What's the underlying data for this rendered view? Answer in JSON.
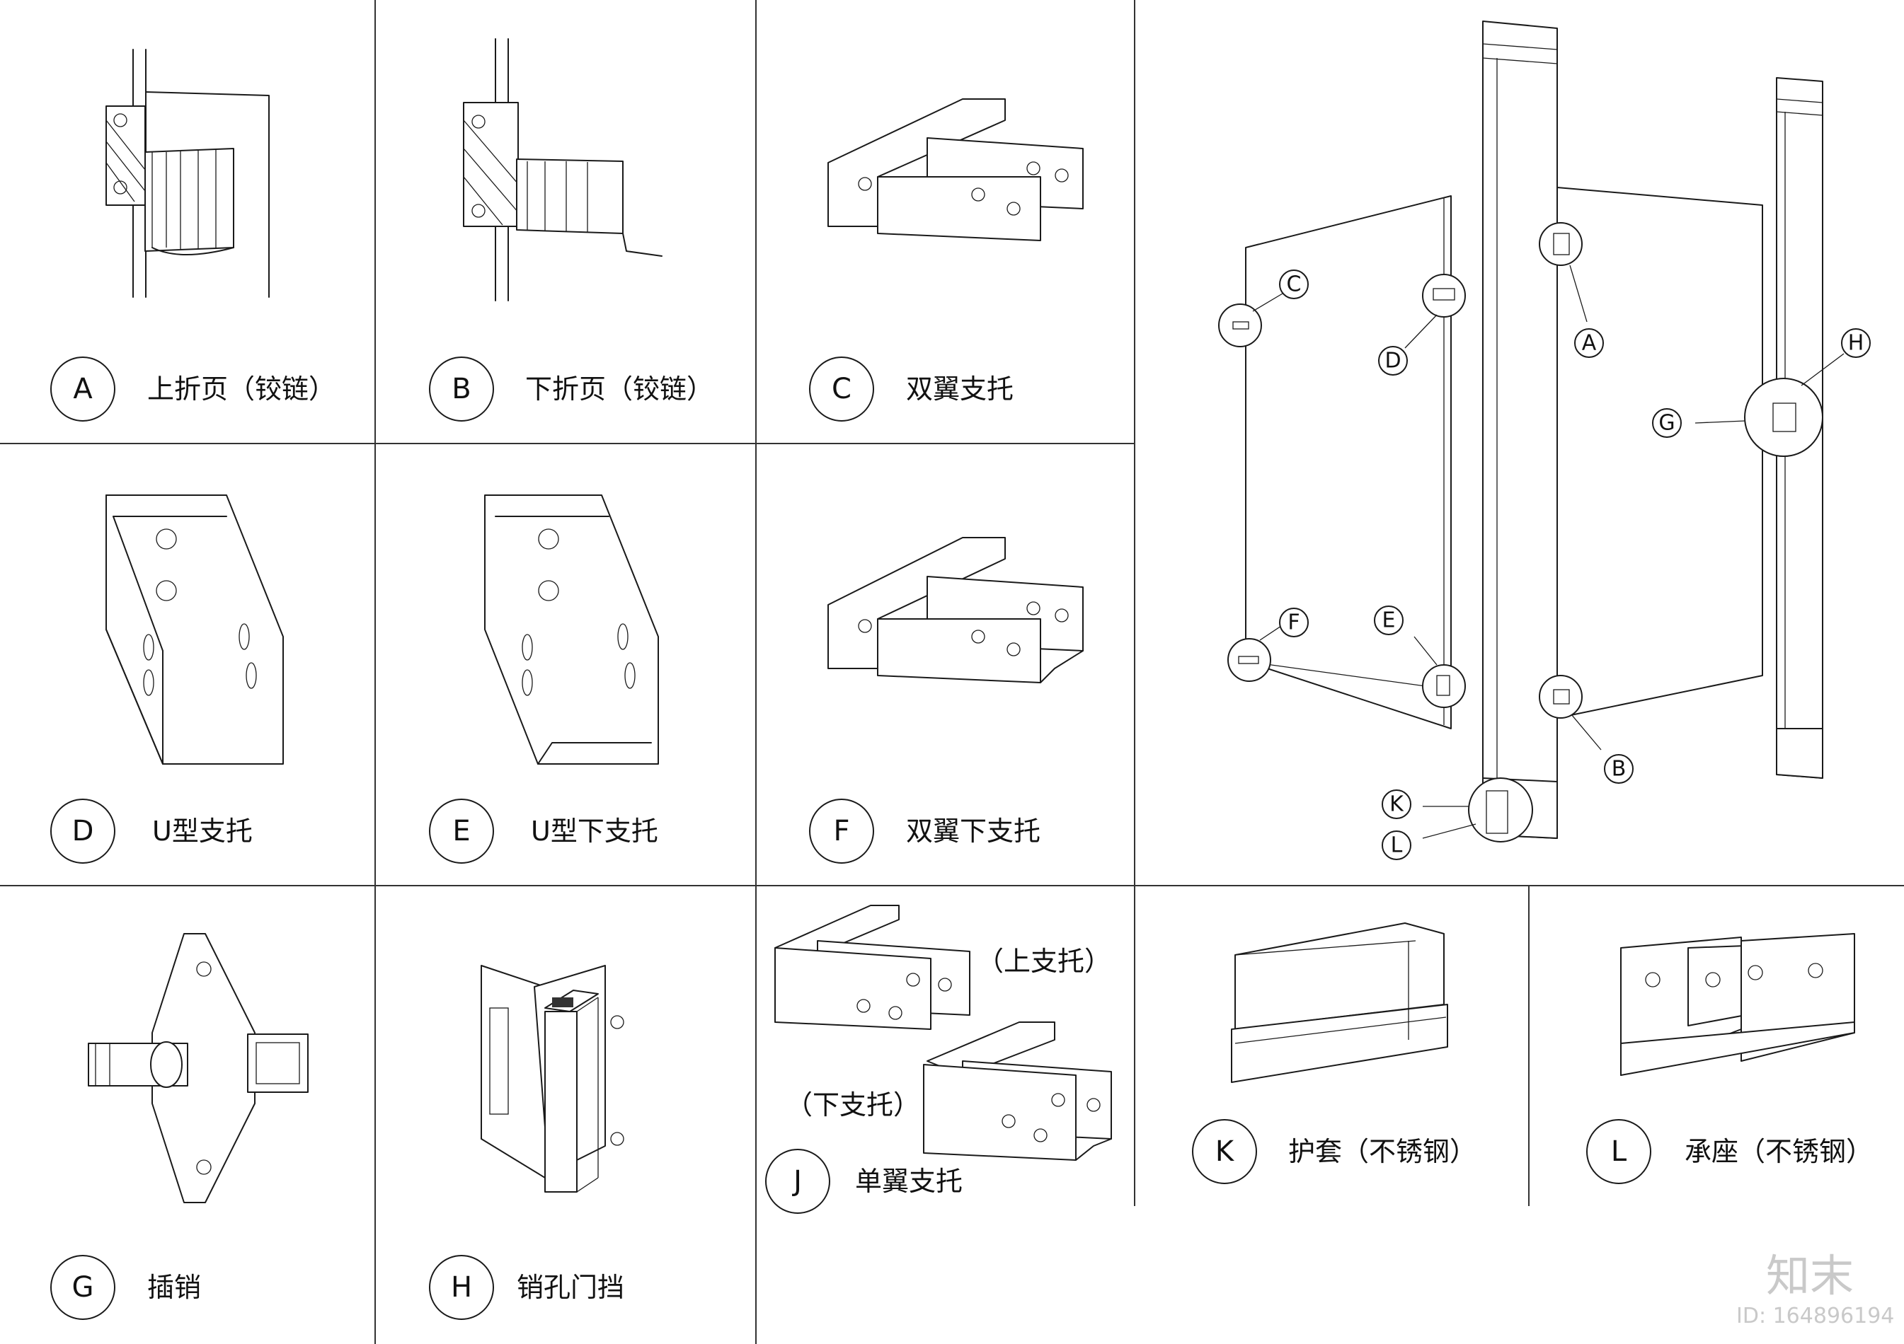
{
  "panels": {
    "A": {
      "letter": "A",
      "label": "上折页（铰链）"
    },
    "B": {
      "letter": "B",
      "label": "下折页（铰链）"
    },
    "C": {
      "letter": "C",
      "label": "双翼支托"
    },
    "D": {
      "letter": "D",
      "label": "U型支托"
    },
    "E": {
      "letter": "E",
      "label": "U型下支托"
    },
    "F": {
      "letter": "F",
      "label": "双翼下支托"
    },
    "G": {
      "letter": "G",
      "label": "插销"
    },
    "H": {
      "letter": "H",
      "label": "销孔门挡"
    },
    "J": {
      "letter": "J",
      "label": "单翼支托",
      "upper": "（上支托）",
      "lower": "（下支托）"
    },
    "K": {
      "letter": "K",
      "label": "护套（不锈钢）"
    },
    "L": {
      "letter": "L",
      "label": "承座（不锈钢）"
    }
  },
  "assembly": {
    "callouts": [
      "C",
      "D",
      "A",
      "H",
      "G",
      "F",
      "E",
      "B",
      "K",
      "L"
    ]
  },
  "watermark": {
    "brand": "知末",
    "id": "ID: 164896194"
  }
}
